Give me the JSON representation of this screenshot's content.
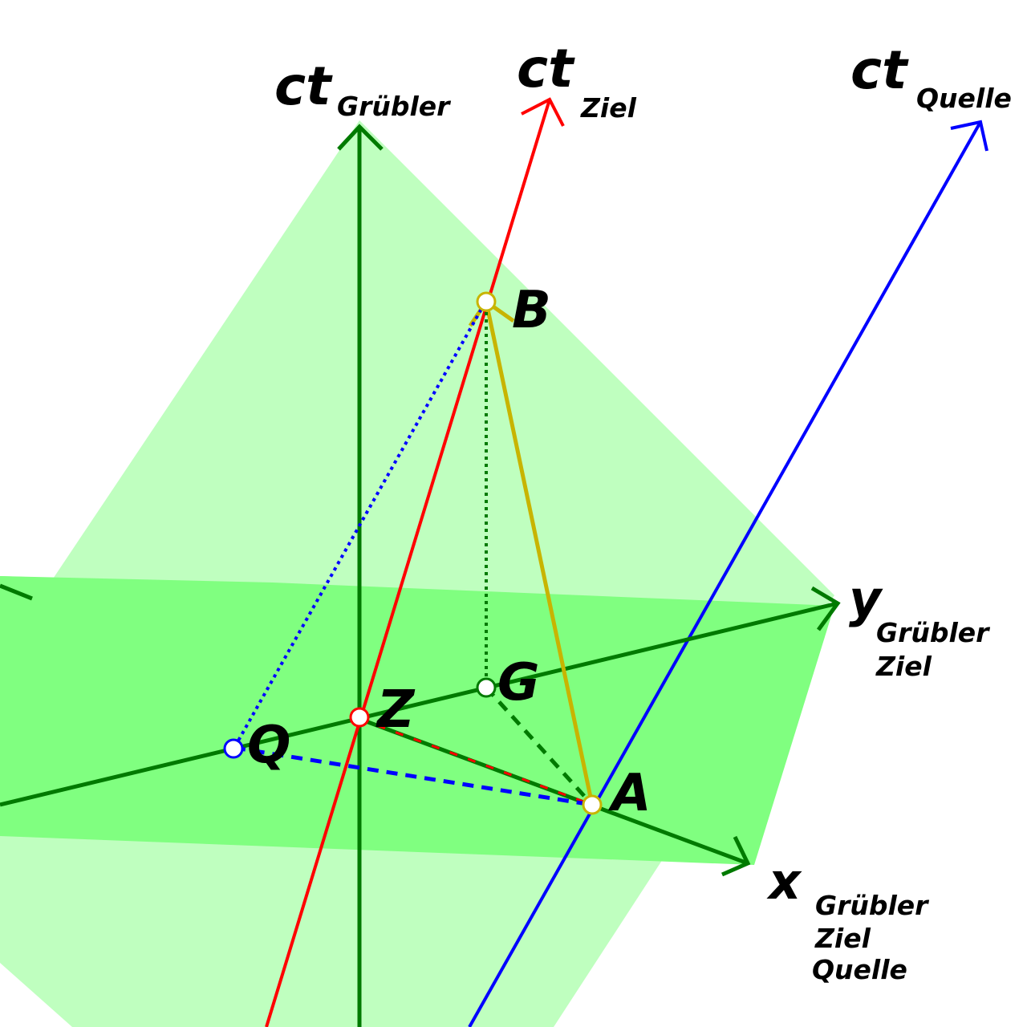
{
  "axes": {
    "ct_gruebler": {
      "main": "ct",
      "subs": [
        "Grübler"
      ]
    },
    "ct_ziel": {
      "main": "ct",
      "subs": [
        "Ziel"
      ]
    },
    "ct_quelle": {
      "main": "ct",
      "subs": [
        "Quelle"
      ]
    },
    "y_axis": {
      "main": "y",
      "subs": [
        "Grübler",
        "Ziel"
      ]
    },
    "x_axis": {
      "main": "x",
      "subs": [
        "Grübler",
        "Ziel",
        "Quelle"
      ]
    }
  },
  "points": {
    "B": "B",
    "G": "G",
    "Z": "Z",
    "Q": "Q",
    "A": "A"
  },
  "colors": {
    "plane_light": "#bfffbf",
    "plane_dark": "#80ff80",
    "axis_green": "#007a00",
    "ziel_red": "#ff0000",
    "quelle_blue": "#0000ff",
    "signal_yellow": "#c8b400"
  }
}
